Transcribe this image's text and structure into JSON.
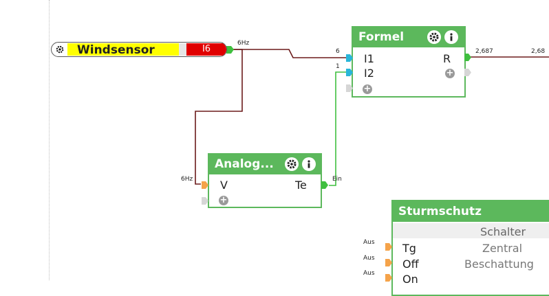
{
  "sensor": {
    "name": "Windsensor",
    "group_address": "I6",
    "output_value": "6Hz",
    "icon": "gear-icon"
  },
  "formel": {
    "title": "Formel",
    "inputs": [
      {
        "label": "I1",
        "value": "6"
      },
      {
        "label": "I2",
        "value": "1"
      }
    ],
    "output": {
      "label": "R",
      "value": "2,687"
    },
    "next_value": "2,68",
    "icons": [
      "gear-icon",
      "info-icon",
      "plus-icon"
    ]
  },
  "analog": {
    "title": "Analog...",
    "input": {
      "label": "V",
      "value": "6Hz"
    },
    "output": {
      "label": "Te",
      "value": "Ein"
    },
    "icons": [
      "gear-icon",
      "info-icon",
      "plus-icon"
    ]
  },
  "sturmschutz": {
    "title": "Sturmschutz",
    "column_header": "Schalter",
    "inputs": [
      {
        "label": "Tg",
        "value": "Aus",
        "target": "Zentral"
      },
      {
        "label": "Off",
        "value": "Aus",
        "target": "Beschattung"
      },
      {
        "label": "On",
        "value": "Aus",
        "target": ""
      }
    ]
  },
  "colors": {
    "block_green": "#5cb85c",
    "wire_red": "#6b1a1a",
    "wire_green": "#3fbf3f",
    "sensor_yellow": "#ffff00",
    "sensor_red": "#e00000",
    "input_cyan": "#29b6d9",
    "input_orange": "#f5a34a"
  }
}
